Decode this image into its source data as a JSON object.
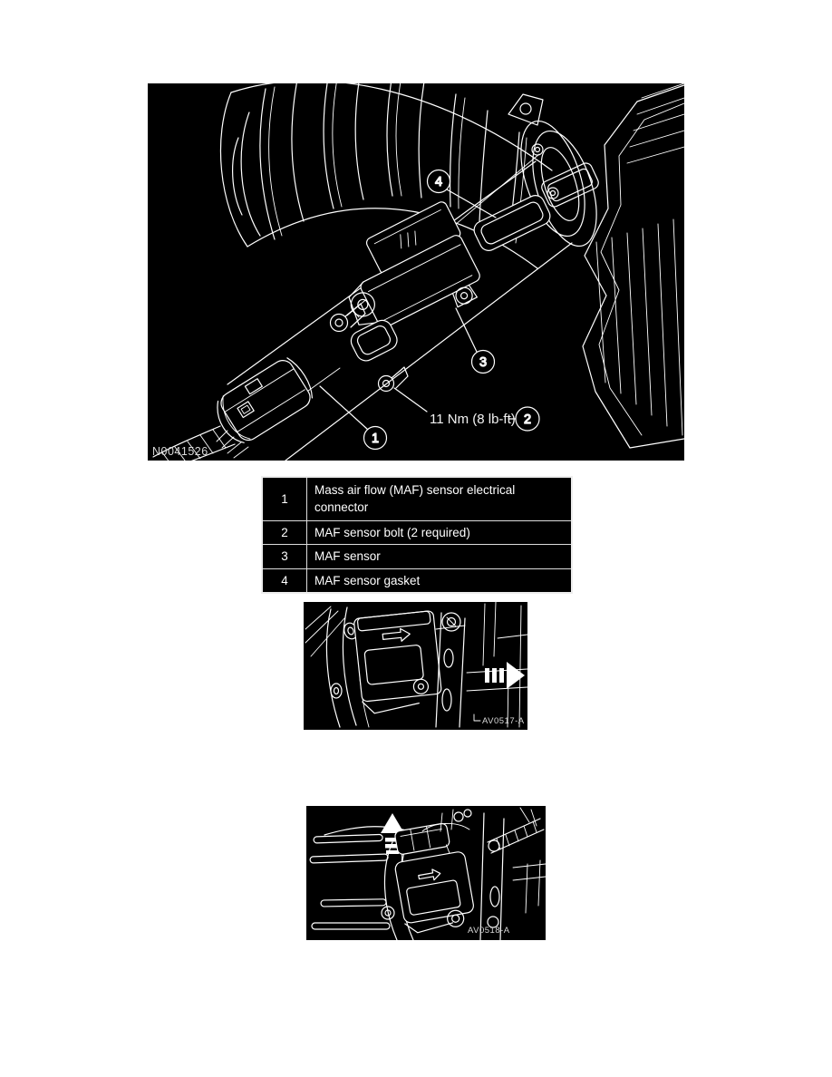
{
  "page": {
    "type": "service-manual-page",
    "background": "#ffffff"
  },
  "colors": {
    "figure_background": "#000000",
    "line_art": "#ffffff",
    "table_text": "#ffffff",
    "table_border": "#e0e0e0"
  },
  "main_figure": {
    "figure_id": "N0041526",
    "torque_note": "11 Nm (8 lb-ft)",
    "callouts": [
      {
        "label": "1"
      },
      {
        "label": "2"
      },
      {
        "label": "3"
      },
      {
        "label": "4"
      }
    ]
  },
  "parts_table": {
    "rows": [
      {
        "number": "1",
        "description": "Mass air flow (MAF) sensor electrical connector"
      },
      {
        "number": "2",
        "description": "MAF sensor bolt (2 required)"
      },
      {
        "number": "3",
        "description": "MAF sensor"
      },
      {
        "number": "4",
        "description": "MAF sensor gasket"
      }
    ]
  },
  "removal_figure": {
    "figure_id": "AV0517-A",
    "icon": "right-arrow"
  },
  "installation_figure": {
    "figure_id": "AV0518-A",
    "icon": "up-arrow"
  }
}
